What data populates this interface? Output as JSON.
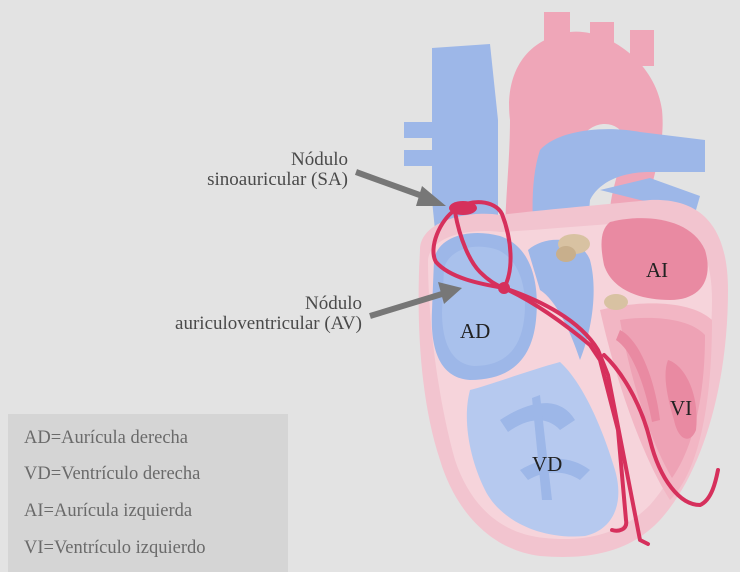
{
  "callouts": {
    "sa_line1": "Nódulo",
    "sa_line2": "sinoauricular (SA)",
    "av_line1": "Nódulo",
    "av_line2": "auriculoventricular (AV)"
  },
  "chambers": {
    "ad": "AD",
    "ai": "AI",
    "vi": "VI",
    "vd": "VD"
  },
  "legend": [
    "AD=Aurícula derecha",
    "VD=Ventrículo derecha",
    "AI=Aurícula izquierda",
    "VI=Ventrículo izquierdo"
  ],
  "colors": {
    "background": "#e3e3e3",
    "legend_bg": "#d5d5d5",
    "vessel_blue": "#9db7e8",
    "artery_pink": "#efa6b8",
    "myocardium_pink": "#f2c4cf",
    "chamber_rose": "#e98aa2",
    "conduction_path": "#d6305c",
    "valve_tan": "#d8c2a2",
    "arrow_gray": "#777777"
  }
}
